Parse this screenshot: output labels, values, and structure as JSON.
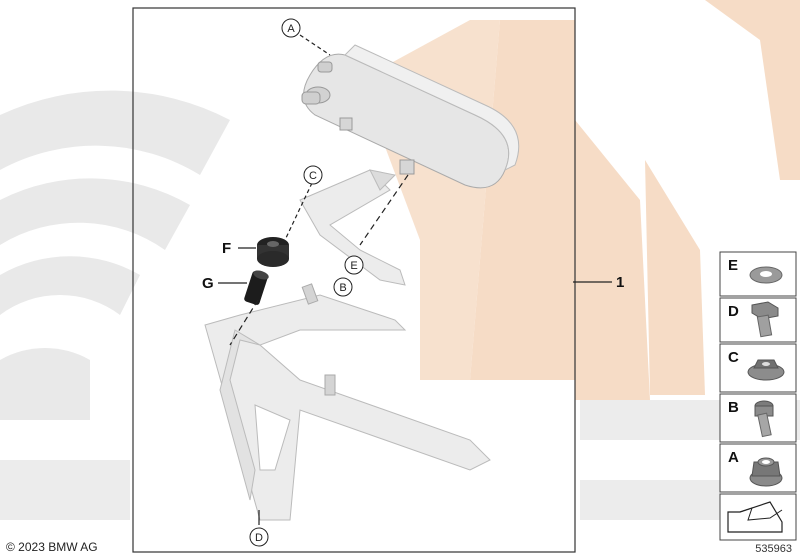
{
  "diagram": {
    "callouts": {
      "a": "A",
      "b": "B",
      "c": "C",
      "d": "D",
      "e": "E",
      "f": "F",
      "g": "G"
    },
    "assembly_number": "1",
    "legend": [
      {
        "letter": "E",
        "part": "washer-icon"
      },
      {
        "letter": "D",
        "part": "hex-bolt-icon"
      },
      {
        "letter": "C",
        "part": "flange-nut-icon"
      },
      {
        "letter": "B",
        "part": "socket-screw-icon"
      },
      {
        "letter": "A",
        "part": "collar-nut-icon"
      }
    ],
    "nav_icon": "arrow-icon"
  },
  "footer": {
    "copyright": "© 2023 BMW AG",
    "part_number": "535963"
  },
  "colors": {
    "watermark_grey": "#e9e9e9",
    "watermark_peach": "#f6dcc6",
    "frame": "#333333",
    "part_grey": "#d9d9d9"
  }
}
